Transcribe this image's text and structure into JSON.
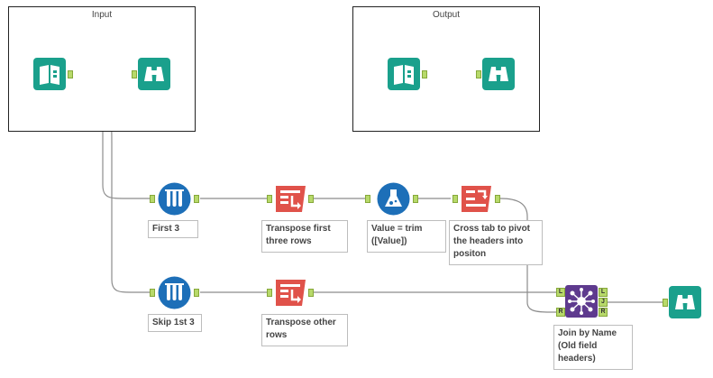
{
  "containers": {
    "input": {
      "title": "Input"
    },
    "output": {
      "title": "Output"
    }
  },
  "tools": {
    "first3": {
      "label": "First 3"
    },
    "skip3": {
      "label": "Skip 1st 3"
    },
    "transpose_first": {
      "label": "Transpose first three rows"
    },
    "transpose_other": {
      "label": "Transpose other rows"
    },
    "formula": {
      "label": "Value = trim ([Value])"
    },
    "crosstab": {
      "label": "Cross tab to pivot the headers into positon"
    },
    "join": {
      "label": "Join by Name (Old field headers)",
      "anchor_l": "L",
      "anchor_r": "R",
      "out_l": "L",
      "out_j": "J",
      "out_r": "R"
    }
  },
  "colors": {
    "input_tool": "#1aa08c",
    "browse_tool": "#1aa08c",
    "sample_tool": "#1d6fb8",
    "transpose_tool": "#e0524a",
    "formula_tool": "#1d6fb8",
    "join_tool": "#5e3a8e",
    "anchor": "#b7d96a",
    "connection": "#8c8c8c"
  },
  "icons": {
    "input": "book-icon",
    "browse": "binoculars-icon",
    "sample": "test-tubes-icon",
    "transpose": "table-arrow-icon",
    "formula": "flask-icon",
    "crosstab": "table-swap-icon",
    "join": "join-network-icon"
  }
}
